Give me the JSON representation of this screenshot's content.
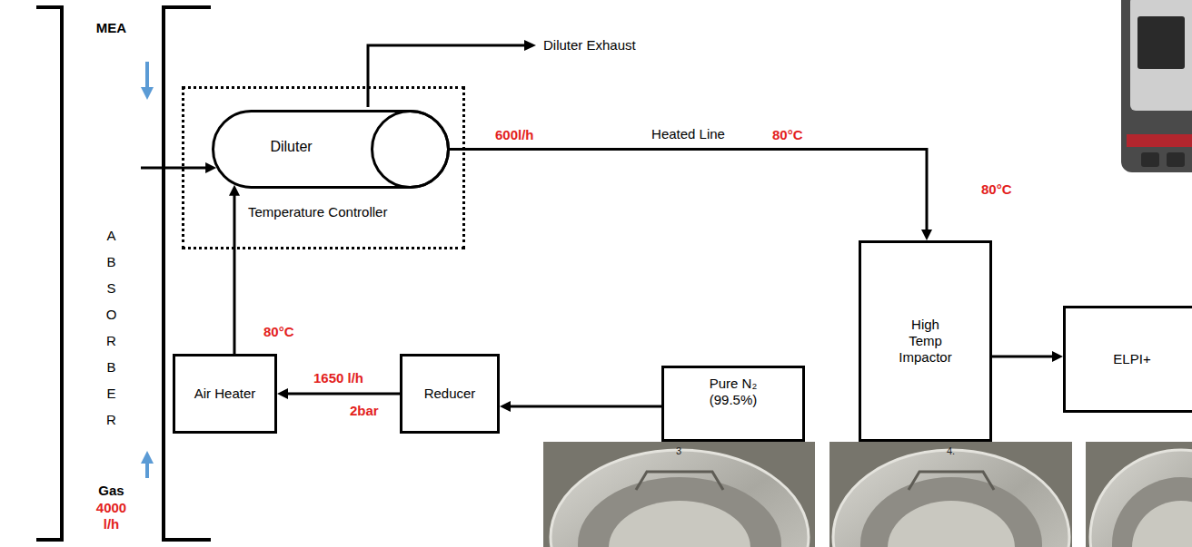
{
  "diagram": {
    "nodes": [
      {
        "text": [
          "MEA",
          "ABSORBER",
          "Gas",
          "4000 l/h"
        ]
      },
      {
        "text": [
          "Temperature Controller"
        ]
      },
      {
        "text": [
          "Diluter"
        ],
        "in": 1
      },
      {
        "text": [
          "Air Heater"
        ]
      },
      {
        "text": [
          "Reducer"
        ]
      },
      {
        "text": [
          "Pure N₂ (99.5%)"
        ]
      },
      {
        "text": [
          "High Temp Impactor"
        ]
      },
      {
        "text": [
          "ELPI+"
        ]
      }
    ],
    "edges": [
      {
        "from": 0,
        "to": 2,
        "arrow": "to"
      },
      {
        "from": 3,
        "to": 2,
        "arrow": "to"
      },
      {
        "from": 4,
        "to": 3,
        "arrow": "to",
        "label": "1650 l/h"
      },
      {
        "from": 5,
        "to": 4,
        "arrow": "to"
      },
      {
        "from": 2,
        "to": 6,
        "arrow": "to",
        "label": "Heated Line"
      },
      {
        "from": 6,
        "to": 7,
        "arrow": "to"
      }
    ],
    "labels": [
      "Diluter Exhaust",
      "600l/h",
      "80°C",
      "80°C",
      "80°C",
      "2bar",
      "3",
      "4."
    ]
  }
}
